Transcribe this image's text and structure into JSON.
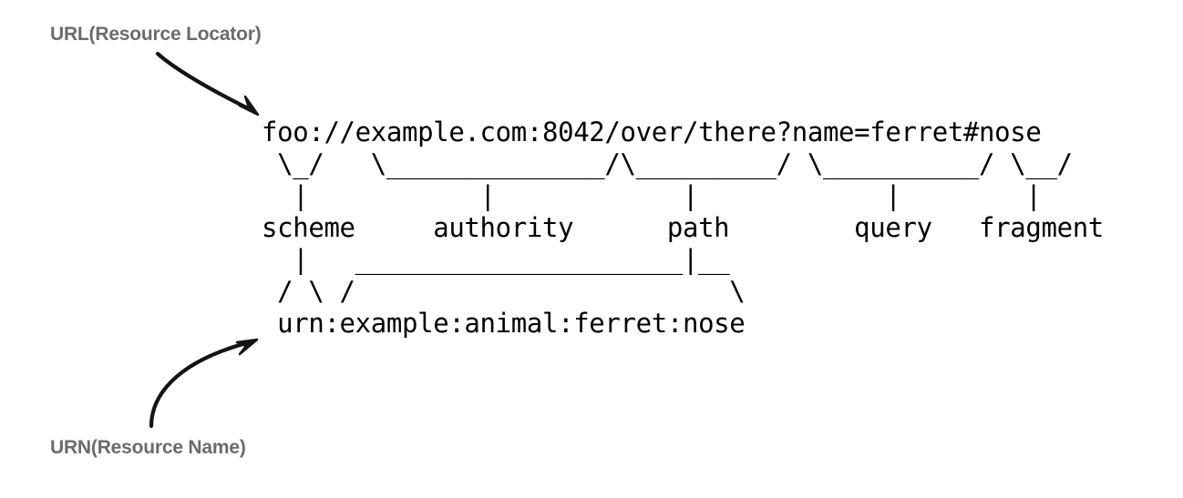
{
  "document": {
    "kind": "uri-syntax-ascii-diagram",
    "background_color": "#ffffff"
  },
  "callouts": {
    "url": {
      "text": "URL(Resource Locator)",
      "color": "#6b6b6b",
      "arrow": "curved-arrow-down-right",
      "points_to": "foo://example.com:8042/over/there?name=ferret#nose"
    },
    "urn": {
      "text": "URN(Resource Name)",
      "color": "#6b6b6b",
      "arrow": "curved-arrow-up-right",
      "points_to": "urn:example:animal:ferret:nose"
    }
  },
  "diagram": {
    "color": "#000000",
    "lines": [
      "foo://example.com:8042/over/there?name=ferret#nose",
      " \\_/   \\______________/\\_________/ \\__________/ \\__/",
      "  |           |            |            |        |",
      "scheme     authority      path        query   fragment",
      "  |   _____________________|__",
      " / \\ /                        \\",
      " urn:example:animal:ferret:nose"
    ],
    "uri_example": "foo://example.com:8042/over/there?name=ferret#nose",
    "urn_example": "urn:example:animal:ferret:nose",
    "components": [
      {
        "name": "scheme",
        "value": "foo"
      },
      {
        "name": "authority",
        "value": "example.com:8042"
      },
      {
        "name": "path",
        "value": "/over/there"
      },
      {
        "name": "query",
        "value": "name=ferret"
      },
      {
        "name": "fragment",
        "value": "nose"
      }
    ]
  }
}
